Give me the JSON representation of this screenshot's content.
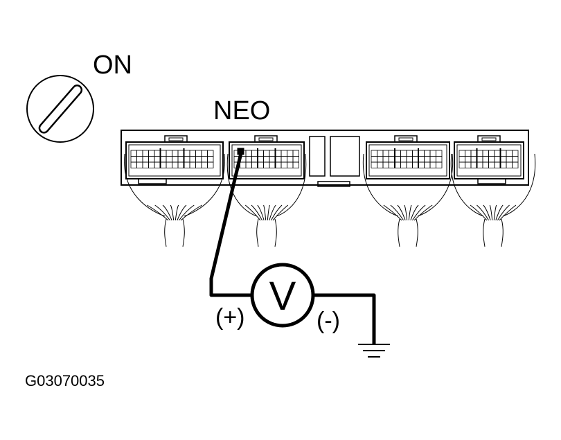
{
  "ignition": {
    "state_label": "ON"
  },
  "ecu": {
    "terminal_label": "NEO"
  },
  "meter": {
    "symbol": "V",
    "positive_label": "(+)",
    "negative_label": "(-)"
  },
  "figure": {
    "code": "G03070035"
  }
}
